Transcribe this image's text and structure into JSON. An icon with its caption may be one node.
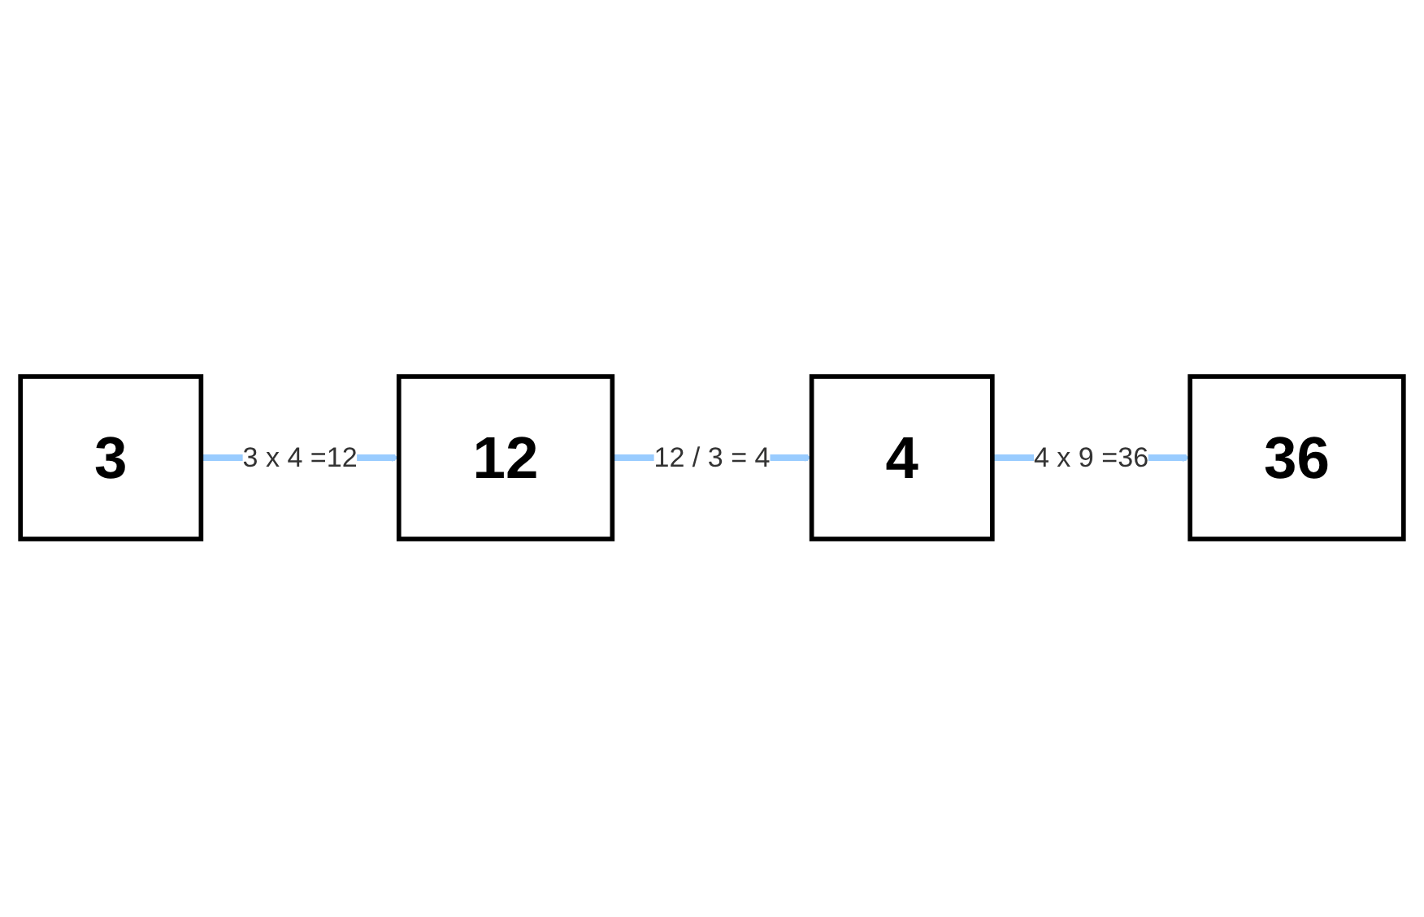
{
  "diagram": {
    "nodes": [
      {
        "text": [
          "3"
        ]
      },
      {
        "text": [
          "12"
        ]
      },
      {
        "text": [
          "4"
        ]
      },
      {
        "text": [
          "36"
        ]
      }
    ],
    "edges": [
      {
        "from": 0,
        "to": 1,
        "arrow": "to",
        "label": "3 x 4 =12"
      },
      {
        "from": 1,
        "to": 2,
        "arrow": "to",
        "label": "12 /  3 = 4"
      },
      {
        "from": 2,
        "to": 3,
        "arrow": "to",
        "label": "4 x 9 =36"
      }
    ]
  }
}
